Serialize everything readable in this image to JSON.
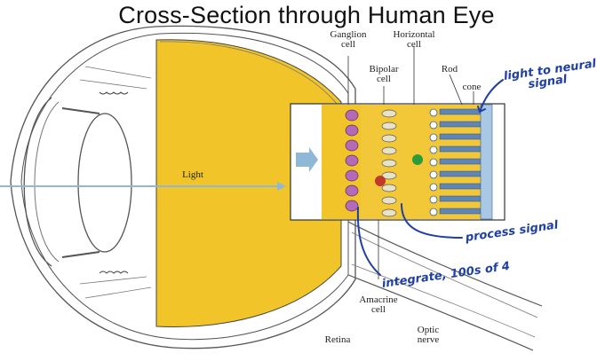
{
  "title": "Cross-Section through Human Eye",
  "labels": {
    "ganglion_cell_l1": "Ganglion",
    "ganglion_cell_l2": "cell",
    "horizontal_cell_l1": "Horizontal",
    "horizontal_cell_l2": "cell",
    "bipolar_cell_l1": "Bipolar",
    "bipolar_cell_l2": "cell",
    "rod": "Rod",
    "cone": "cone",
    "light": "Light",
    "amacrine_cell_l1": "Amacrine",
    "amacrine_cell_l2": "cell",
    "optic_nerve_l1": "Optic",
    "optic_nerve_l2": "nerve",
    "retina": "Retina"
  },
  "handwritten_notes": {
    "light_to_neural_l1": "light to neural",
    "light_to_neural_l2": "signal",
    "process_signal": "process signal",
    "integrate": "integrate, 100s of 4"
  },
  "colors": {
    "eye_fill": "#f1c52a",
    "eye_outline": "#555555",
    "light_ray": "#8fb8d6",
    "annotation_ink": "#1f3fa3",
    "ganglion_cell": "#b46ab8",
    "photoreceptor": "#5e86b8",
    "green_cell": "#2e9b3a",
    "red_cell": "#c0392b"
  }
}
